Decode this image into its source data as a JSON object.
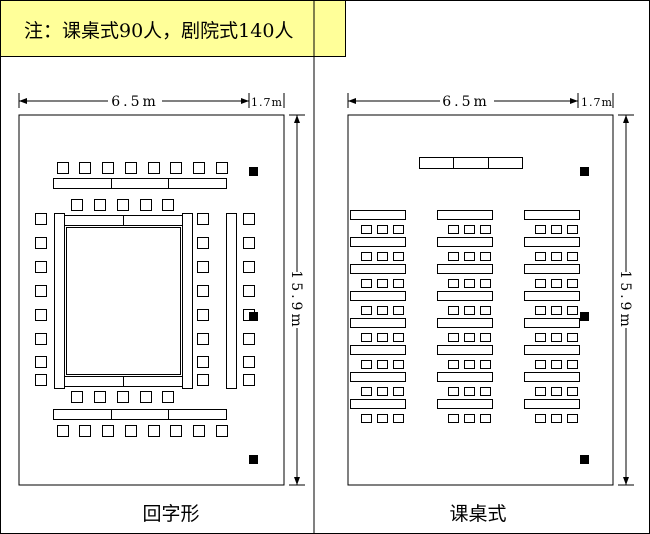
{
  "note": "注：课桌式90人，剧院式140人",
  "left_panel": {
    "caption": "回字形",
    "width_label": "6.5m",
    "side_label": "1.7m",
    "height_label": "15.9m"
  },
  "right_panel": {
    "caption": "课桌式",
    "width_label": "6.5m",
    "side_label": "1.7m",
    "height_label": "15.9m"
  },
  "colors": {
    "note_bg": "#FFFF99",
    "line": "#000000",
    "column": "#000000"
  }
}
